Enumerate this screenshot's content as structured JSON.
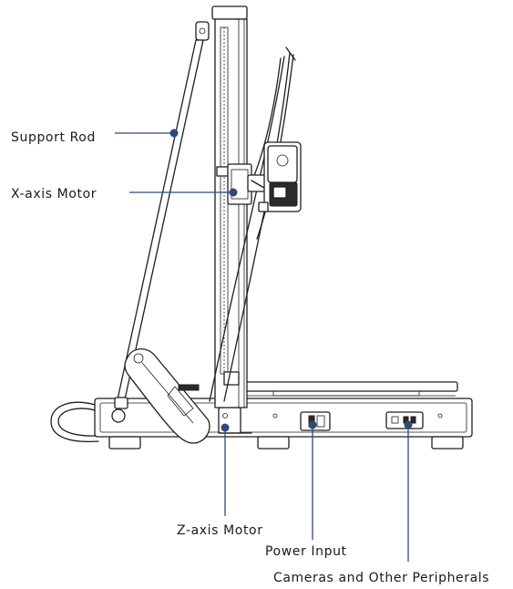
{
  "callouts": {
    "support_rod": "Support Rod",
    "x_axis_motor": "X-axis Motor",
    "z_axis_motor": "Z-axis Motor",
    "power_input": "Power Input",
    "cameras_peripherals": "Cameras and Other Peripherals"
  },
  "colors": {
    "leader": "#2c4a7c",
    "line_art": "#1e1e1e",
    "background": "#ffffff"
  }
}
